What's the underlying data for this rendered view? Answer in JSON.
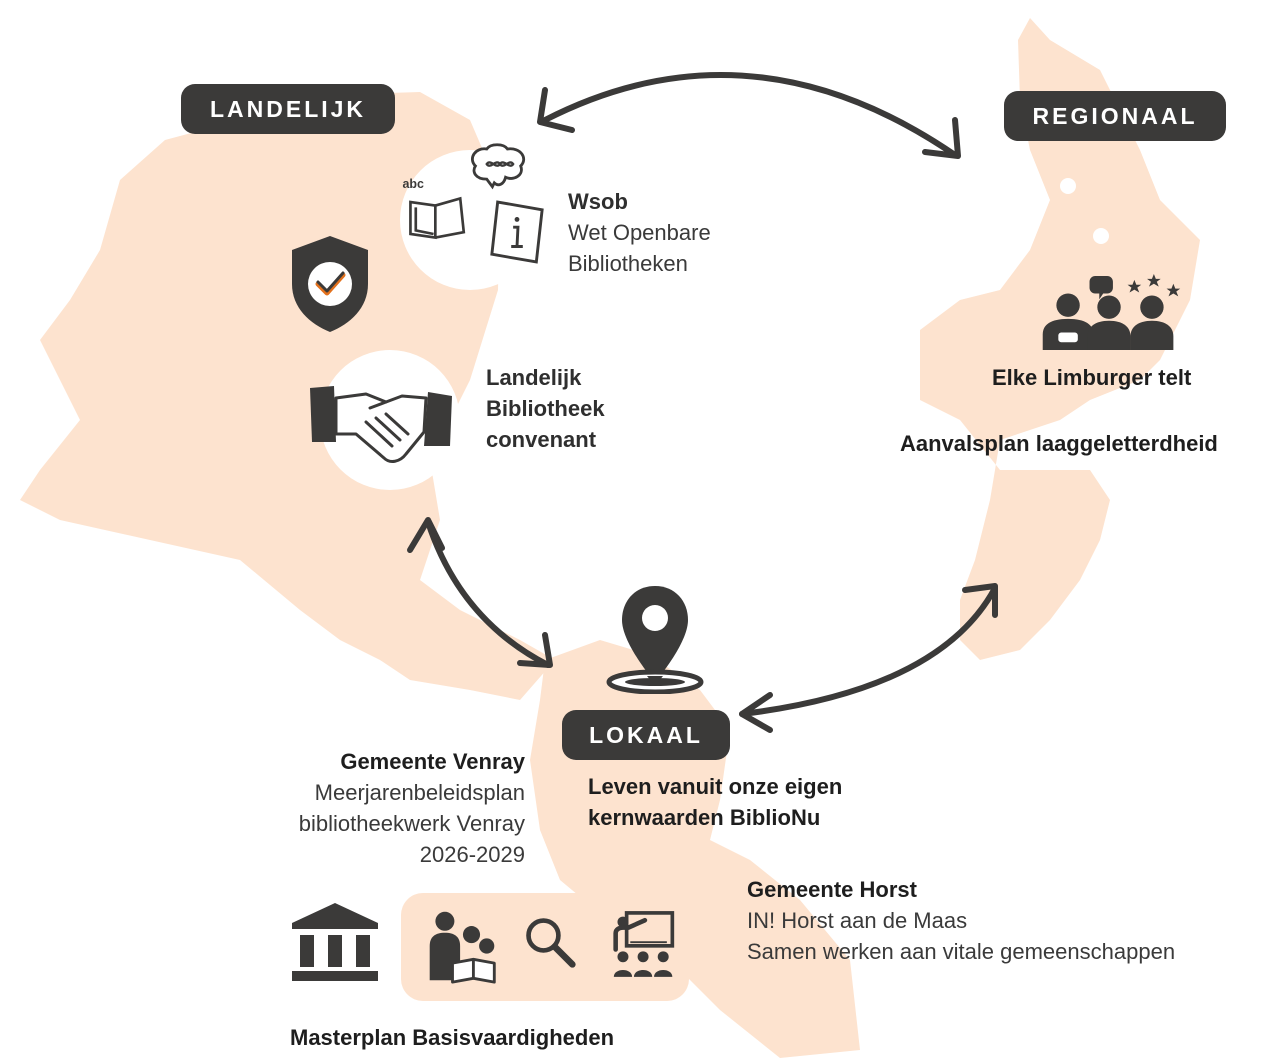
{
  "colors": {
    "map": "#fde3cf",
    "dark": "#3b3a39",
    "check": "#e2711d"
  },
  "levels": {
    "national": "LANDELIJK",
    "regional": "REGIONAAL",
    "local": "LOKAAL"
  },
  "wsob": {
    "title": "Wsob",
    "line1": "Wet Openbare",
    "line2": "Bibliotheken"
  },
  "icon_letters": "abc",
  "convenant": {
    "line1": "Landelijk",
    "line2": "Bibliotheek",
    "line3": "convenant"
  },
  "regional": {
    "label": "Elke Limburger telt",
    "plan": "Aanvalsplan laaggeletterdheid"
  },
  "local": {
    "line1": "Leven vanuit onze eigen",
    "line2": "kernwaarden BiblioNu"
  },
  "venray": {
    "title": "Gemeente Venray",
    "line1": "Meerjarenbeleidsplan",
    "line2": "bibliotheekwerk Venray",
    "line3": "2026-2029"
  },
  "horst": {
    "title": "Gemeente Horst",
    "line1": "IN! Horst aan de Maas",
    "line2": "Samen werken aan vitale gemeenschappen"
  },
  "masterplan": "Masterplan Basisvaardigheden",
  "icons": [
    "book-icon",
    "brain-icon",
    "info-card-icon",
    "shield-check-icon",
    "handshake-icon",
    "community-icon",
    "location-pin-icon",
    "library-building-icon",
    "reading-group-icon",
    "magnifier-icon",
    "teacher-icon"
  ]
}
